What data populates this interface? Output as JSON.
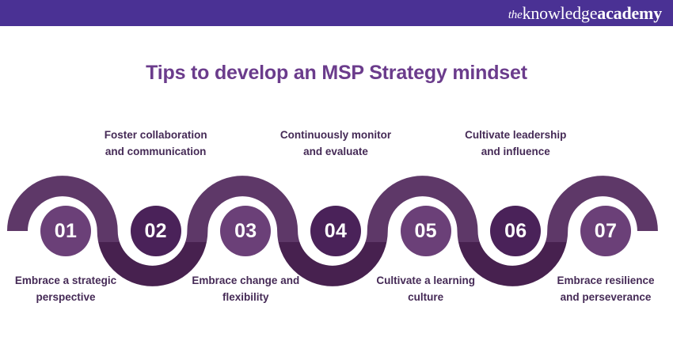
{
  "header": {
    "brand": {
      "the": "the",
      "knowledge": "knowledge",
      "academy": "academy",
      "full": "theknowledgeacademy"
    },
    "bar_color": "#4a3194"
  },
  "title": "Tips to develop an MSP Strategy mindset",
  "colors": {
    "title": "#6b3c8c",
    "caption_text": "#452a56",
    "circle_light": "#6b4078",
    "circle_dark": "#4a2259",
    "wave_upper": "#5e3868",
    "wave_lower": "#47214f",
    "background": "#ffffff"
  },
  "steps": [
    {
      "number": "01",
      "label": "Embrace a strategic perspective",
      "position": "below",
      "tone": "light"
    },
    {
      "number": "02",
      "label": "Foster collaboration and communication",
      "position": "above",
      "tone": "dark"
    },
    {
      "number": "03",
      "label": "Embrace change and flexibility",
      "position": "below",
      "tone": "light"
    },
    {
      "number": "04",
      "label": "Continuously monitor and evaluate",
      "position": "above",
      "tone": "dark"
    },
    {
      "number": "05",
      "label": "Cultivate a learning culture",
      "position": "below",
      "tone": "light"
    },
    {
      "number": "06",
      "label": "Cultivate leadership and influence",
      "position": "above",
      "tone": "dark"
    },
    {
      "number": "07",
      "label": "Embrace resilience and perseverance",
      "position": "below",
      "tone": "light"
    }
  ]
}
